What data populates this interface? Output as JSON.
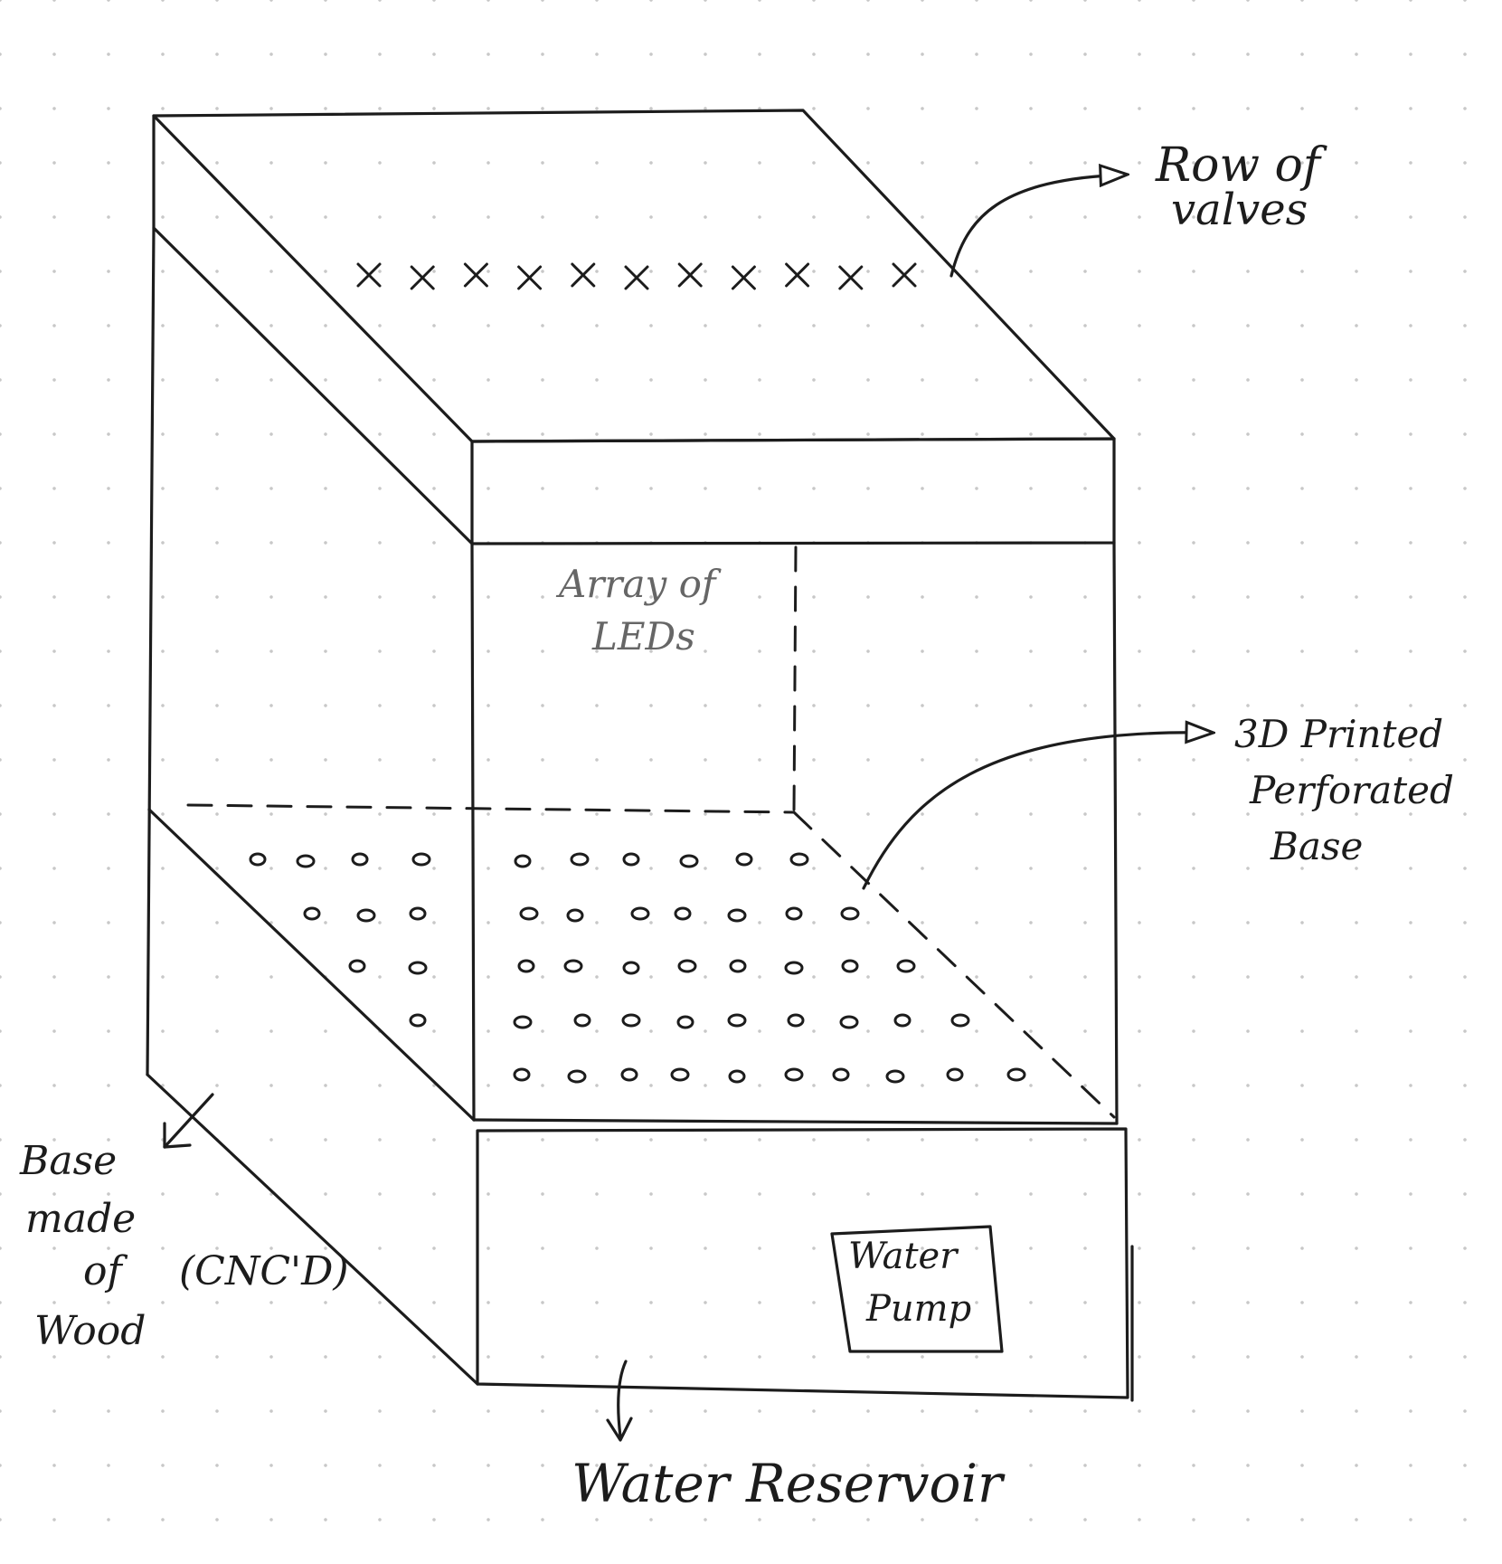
{
  "labels": {
    "valves_line1": "Row of",
    "valves_line2": "valves",
    "leds_line1": "Array of",
    "leds_line2": "LEDs",
    "base_line1": "3D Printed",
    "base_line2": "Perforated",
    "base_line3": "Base",
    "wood_line1": "Base",
    "wood_line2": "made",
    "wood_line3": "of",
    "wood_line4": "(CNC'D)",
    "wood_line5": "Wood",
    "pump_line1": "Water",
    "pump_line2": "Pump",
    "reservoir": "Water Reservoir"
  },
  "counts": {
    "valves": 11
  },
  "colors": {
    "ink": "#1c1c1c",
    "pencil": "#666666",
    "paper": "#ffffff",
    "grid_dot": "#c8c8c8"
  }
}
